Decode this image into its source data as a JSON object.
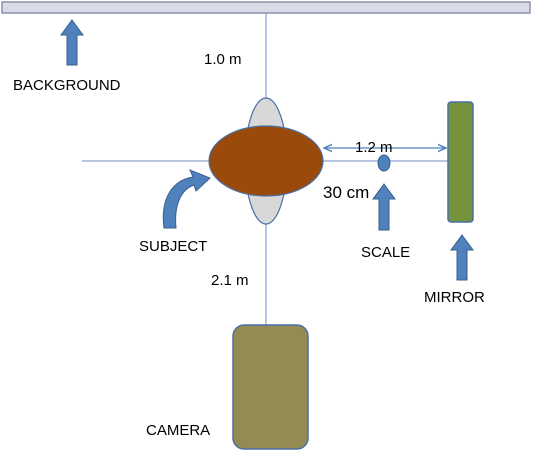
{
  "labels": {
    "background": "BACKGROUND",
    "subject": "SUBJECT",
    "scale": "SCALE",
    "mirror": "MIRROR",
    "camera": "CAMERA"
  },
  "measurements": {
    "background_distance": "1.0 m",
    "mirror_distance": "1.2 m",
    "scale_distance": "30 cm",
    "camera_distance": "2.1 m"
  },
  "colors": {
    "background_bar": "#d9dce8",
    "subject": "#9a4a0a",
    "subject_outline": "#4a6fa5",
    "cross_ellipse": "#d8d8d8",
    "mirror": "#76923c",
    "camera": "#948a54",
    "arrow": "#4f81bd",
    "scale_dot": "#4f81bd",
    "line": "#6f8fc7"
  }
}
